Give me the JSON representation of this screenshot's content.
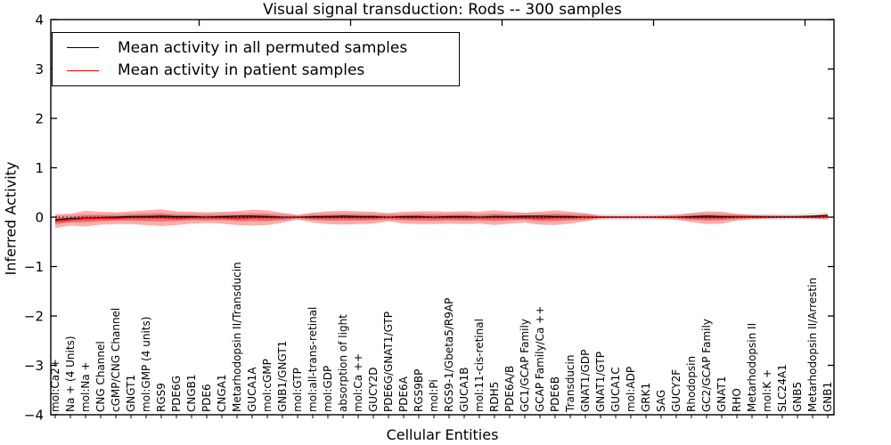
{
  "figure": {
    "title": "Visual signal transduction: Rods -- 300 samples",
    "xlabel": "Cellular Entities",
    "ylabel": "Inferred Activity"
  },
  "legend": {
    "items": [
      {
        "label": "Mean activity in all permuted samples",
        "color": "#000000"
      },
      {
        "label": "Mean activity in patient samples",
        "color": "#ff0000"
      }
    ]
  },
  "chart_data": {
    "type": "line",
    "title": "Visual signal transduction: Rods -- 300 samples",
    "xlabel": "Cellular Entities",
    "ylabel": "Inferred Activity",
    "ylim": [
      -4,
      4
    ],
    "yticks": [
      4,
      3,
      2,
      1,
      0,
      -1,
      -2,
      -3,
      -4
    ],
    "top_axis_tick_positions": [
      9.5,
      19.5,
      29.5,
      39.5,
      49.5
    ],
    "grid": false,
    "legend_position": "upper left",
    "zero_line": {
      "value": 0,
      "style": "dotted",
      "color": "#000000"
    },
    "band_colors": {
      "permuted": "#e3e3e3",
      "patient": "#ff0000"
    },
    "categories": [
      "mol:Ca2+",
      "Na + (4 Units)",
      "mol:Na +",
      "CNG Channel",
      "cGMP/CNG Channel",
      "GNGT1",
      "mol:GMP (4 units)",
      "RGS9",
      "PDE6G",
      "CNGB1",
      "PDE6",
      "CNGA1",
      "Metarhodopsin II/Transducin",
      "GUCA1A",
      "mol:cGMP",
      "GNB1/GNGT1",
      "mol:GTP",
      "mol:all-trans-retinal",
      "mol:GDP",
      "absorption of light",
      "mol:Ca ++",
      "GUCY2D",
      "PDE6G/GNAT1/GTP",
      "PDE6A",
      "RGS9BP",
      "mol:Pi",
      "RGS9-1/Gbeta5/R9AP",
      "GUCA1B",
      "mol:11-cis-retinal",
      "RDH5",
      "PDE6A/B",
      "GC1/GCAP Family",
      "GCAP Family/Ca ++",
      "PDE6B",
      "Transducin",
      "GNAT1/GDP",
      "GNAT1/GTP",
      "GUCA1C",
      "mol:ADP",
      "GRK1",
      "SAG",
      "GUCY2F",
      "Rhodopsin",
      "GC2/GCAP Family",
      "GNAT1",
      "RHO",
      "Metarhodopsin II",
      "mol:K +",
      "SLC24A1",
      "GNB5",
      "Metarhodopsin II/Arrestin",
      "GNB1"
    ],
    "series": [
      {
        "name": "Mean activity in all permuted samples",
        "color": "#000000",
        "values": [
          -0.05,
          -0.03,
          -0.02,
          -0.01,
          0.0,
          0.01,
          0.01,
          0.02,
          0.01,
          0.01,
          0.0,
          0.01,
          0.02,
          0.02,
          0.01,
          0.0,
          0.0,
          0.01,
          0.01,
          0.02,
          0.01,
          0.01,
          0.0,
          0.01,
          0.01,
          0.0,
          0.01,
          0.01,
          0.0,
          0.01,
          0.01,
          0.02,
          0.02,
          0.01,
          0.01,
          0.0,
          0.0,
          0.0,
          0.0,
          0.0,
          0.0,
          0.0,
          0.01,
          0.02,
          0.01,
          0.01,
          0.01,
          0.01,
          0.01,
          0.01,
          0.02,
          0.03
        ],
        "band_half_width": [
          0.09,
          0.08,
          0.08,
          0.07,
          0.07,
          0.07,
          0.08,
          0.07,
          0.07,
          0.07,
          0.07,
          0.07,
          0.08,
          0.07,
          0.07,
          0.07,
          0.06,
          0.07,
          0.07,
          0.07,
          0.07,
          0.07,
          0.07,
          0.07,
          0.07,
          0.07,
          0.07,
          0.07,
          0.07,
          0.07,
          0.07,
          0.07,
          0.07,
          0.07,
          0.07,
          0.07,
          0.06,
          0.06,
          0.06,
          0.06,
          0.06,
          0.06,
          0.07,
          0.07,
          0.07,
          0.06,
          0.06,
          0.06,
          0.06,
          0.06,
          0.06,
          0.07
        ]
      },
      {
        "name": "Mean activity in patient samples",
        "color": "#ff0000",
        "values": [
          -0.08,
          -0.05,
          -0.03,
          -0.02,
          -0.02,
          -0.01,
          -0.01,
          -0.01,
          -0.02,
          -0.01,
          -0.01,
          -0.01,
          -0.02,
          -0.01,
          -0.01,
          -0.01,
          0.0,
          -0.01,
          -0.01,
          -0.01,
          -0.01,
          -0.01,
          0.0,
          -0.01,
          -0.01,
          -0.01,
          -0.01,
          -0.01,
          -0.01,
          -0.01,
          -0.01,
          -0.01,
          -0.02,
          -0.01,
          -0.01,
          0.0,
          0.0,
          0.0,
          0.0,
          0.0,
          0.0,
          0.0,
          -0.01,
          -0.01,
          -0.01,
          0.0,
          0.0,
          0.0,
          0.0,
          0.0,
          0.0,
          0.01
        ],
        "band_outer_half_width": [
          0.14,
          0.12,
          0.16,
          0.13,
          0.12,
          0.13,
          0.15,
          0.17,
          0.14,
          0.12,
          0.11,
          0.12,
          0.14,
          0.16,
          0.15,
          0.1,
          0.04,
          0.1,
          0.13,
          0.14,
          0.13,
          0.12,
          0.08,
          0.12,
          0.13,
          0.13,
          0.12,
          0.13,
          0.12,
          0.15,
          0.12,
          0.1,
          0.13,
          0.15,
          0.12,
          0.08,
          0.03,
          0.02,
          0.02,
          0.02,
          0.03,
          0.05,
          0.09,
          0.13,
          0.12,
          0.07,
          0.04,
          0.03,
          0.02,
          0.02,
          0.03,
          0.06
        ],
        "band_inner_half_width": [
          0.06,
          0.05,
          0.07,
          0.06,
          0.05,
          0.06,
          0.07,
          0.08,
          0.06,
          0.05,
          0.05,
          0.05,
          0.06,
          0.07,
          0.07,
          0.04,
          0.02,
          0.04,
          0.06,
          0.06,
          0.06,
          0.05,
          0.04,
          0.05,
          0.06,
          0.06,
          0.05,
          0.06,
          0.05,
          0.07,
          0.05,
          0.04,
          0.06,
          0.07,
          0.05,
          0.04,
          0.015,
          0.01,
          0.01,
          0.01,
          0.015,
          0.02,
          0.04,
          0.06,
          0.05,
          0.03,
          0.02,
          0.015,
          0.01,
          0.01,
          0.015,
          0.03
        ]
      }
    ]
  }
}
